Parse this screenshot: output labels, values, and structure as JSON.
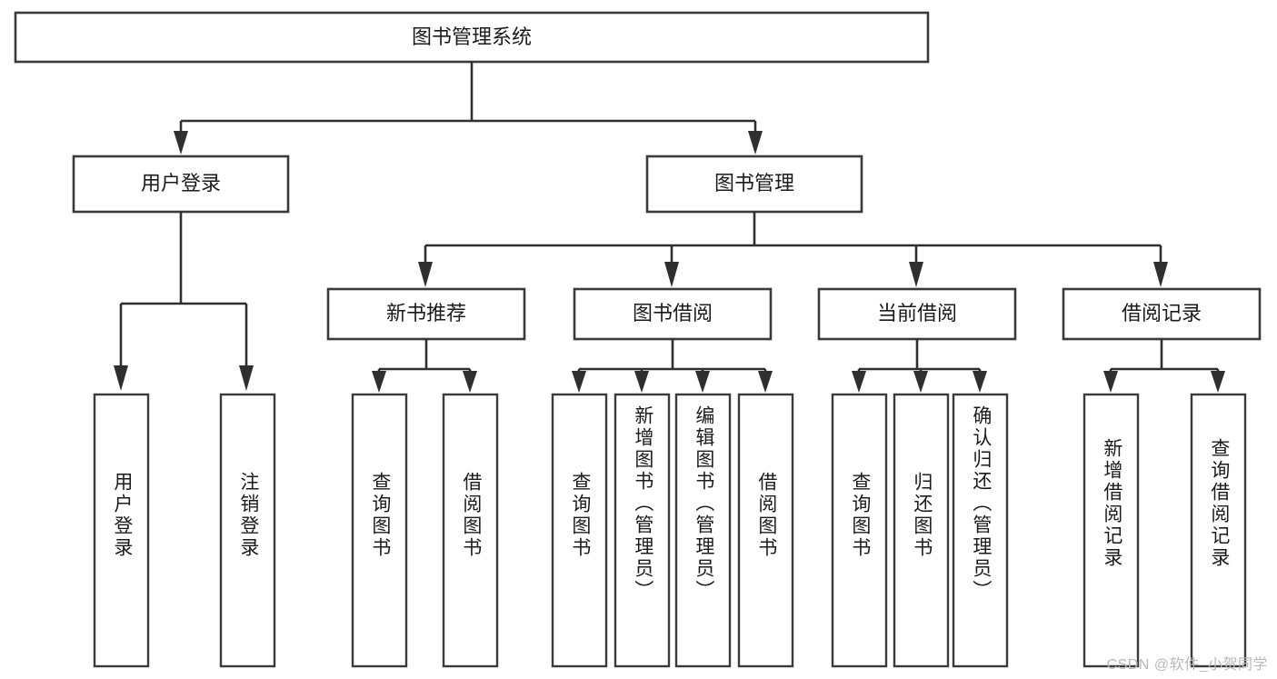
{
  "diagram": {
    "type": "hierarchy-tree",
    "title": "图书管理系统",
    "orientation": "top-down",
    "root": {
      "id": "root",
      "label": "图书管理系统",
      "level": 0
    },
    "level1": [
      {
        "id": "user-login",
        "label": "用户登录"
      },
      {
        "id": "book-manage",
        "label": "图书管理"
      }
    ],
    "level2": [
      {
        "id": "new-book-rec",
        "label": "新书推荐",
        "parent": "book-manage"
      },
      {
        "id": "book-borrow",
        "label": "图书借阅",
        "parent": "book-manage"
      },
      {
        "id": "current-borrow",
        "label": "当前借阅",
        "parent": "book-manage"
      },
      {
        "id": "borrow-record",
        "label": "借阅记录",
        "parent": "book-manage"
      }
    ],
    "leaves": [
      {
        "id": "leaf-user-login",
        "label": "用户登录",
        "parent": "user-login"
      },
      {
        "id": "leaf-user-logout",
        "label": "注销登录",
        "parent": "user-login"
      },
      {
        "id": "leaf-query-book-1",
        "label": "查询图书",
        "parent": "new-book-rec"
      },
      {
        "id": "leaf-borrow-book-1",
        "label": "借阅图书",
        "parent": "new-book-rec"
      },
      {
        "id": "leaf-query-book-2",
        "label": "查询图书",
        "parent": "book-borrow"
      },
      {
        "id": "leaf-add-book",
        "label": "新增图书（管理员）",
        "parent": "book-borrow"
      },
      {
        "id": "leaf-edit-book",
        "label": "编辑图书（管理员）",
        "parent": "book-borrow"
      },
      {
        "id": "leaf-borrow-book-2",
        "label": "借阅图书",
        "parent": "book-borrow"
      },
      {
        "id": "leaf-query-book-3",
        "label": "查询图书",
        "parent": "current-borrow"
      },
      {
        "id": "leaf-return-book",
        "label": "归还图书",
        "parent": "current-borrow"
      },
      {
        "id": "leaf-confirm-return",
        "label": "确认归还（管理员）",
        "parent": "current-borrow"
      },
      {
        "id": "leaf-add-record",
        "label": "新增借阅记录",
        "parent": "borrow-record"
      },
      {
        "id": "leaf-query-record",
        "label": "查询借阅记录",
        "parent": "borrow-record"
      }
    ],
    "colors": {
      "box_border": "#3a3a3a",
      "connector": "#2f2f2f",
      "background": "#ffffff",
      "text": "#1b1b1b",
      "watermark": "#b9b9b9"
    }
  },
  "watermark": {
    "text": "CSDN @软件_小贺同学"
  }
}
